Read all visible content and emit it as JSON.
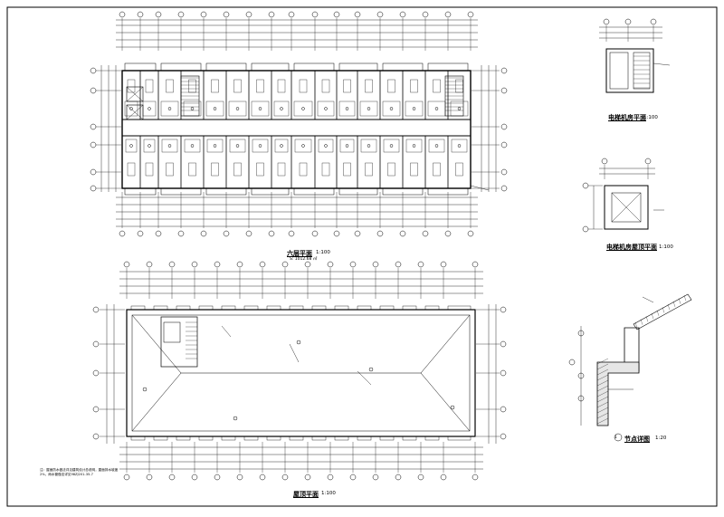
{
  "drawings": {
    "floor_plan": {
      "title": "六层平面",
      "scale": "1:100",
      "area_note": "S: 1012.68 ㎡"
    },
    "roof_plan": {
      "title": "屋顶平面",
      "scale": "1:100"
    },
    "elevator_machine_room_plan": {
      "title": "电梯机房平面",
      "scale": "1:100"
    },
    "elevator_machine_room_roof_plan": {
      "title": "电梯机房屋顶平面",
      "scale": "1:100"
    },
    "detail": {
      "marker": "1",
      "title": "节点详图",
      "scale": "1:20"
    }
  },
  "notes": {
    "roof_note": "注：屋面防水做法详见建筑设计总说明，屋面排水坡度2%，雨水管做法详见98ZJ201-35-7"
  },
  "colors": {
    "line": "#000000",
    "background": "#ffffff",
    "hatch": "#555555"
  }
}
